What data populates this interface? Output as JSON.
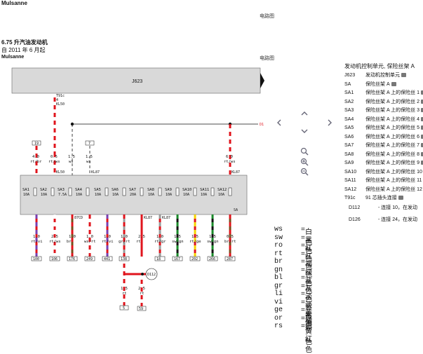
{
  "header": {
    "left_title": "Mulsanne",
    "center_label": "电路图",
    "center_label2": "电路图"
  },
  "document": {
    "engine": "6.75 升汽油发动机",
    "since": "自 2011 年 6 月起",
    "model": "Mulsanne"
  },
  "diagram": {
    "ecu_label": "J623",
    "fusebox_label": "SA",
    "t91c_label": "T91c",
    "t91c_pin": "4",
    "kl50": "KL50",
    "kl50_b": "KL50",
    "kl87_a": "KL87",
    "kl87_b": "KL87",
    "kl87_c": "KL87",
    "kl87_d": "KL87",
    "pin_87cd": "87CD",
    "d1_label": "D1",
    "d112_label": "D112",
    "top_wires": [
      {
        "box": "19",
        "size": "4.0",
        "color": "rt/br"
      },
      {
        "box": "",
        "size": "0.5",
        "color": "rt/ws"
      },
      {
        "box": "",
        "size": "1.5",
        "color": "ws"
      },
      {
        "box": "7",
        "size": "1.5",
        "color": "ws"
      },
      {
        "box": "",
        "size": "6.0",
        "color": "rt/ws"
      }
    ],
    "fuses": [
      {
        "name": "SA1",
        "amp": "10A"
      },
      {
        "name": "SA2",
        "amp": "10A"
      },
      {
        "name": "SA3",
        "amp": "7.5A"
      },
      {
        "name": "SA4",
        "amp": "10A"
      },
      {
        "name": "SA5",
        "amp": "10A"
      },
      {
        "name": "SA6",
        "amp": "10A"
      },
      {
        "name": "SA7",
        "amp": "20A"
      },
      {
        "name": "SA8",
        "amp": "10A"
      },
      {
        "name": "SA9",
        "amp": "10A"
      },
      {
        "name": "SA10",
        "amp": "10A"
      },
      {
        "name": "SA11",
        "amp": "10A"
      },
      {
        "name": "SA12",
        "amp": "10A"
      }
    ],
    "bottom_wires": [
      {
        "size": "1.0",
        "color": "rt/vi",
        "box": "100"
      },
      {
        "size": "2.5",
        "color": "rt/ws",
        "box": "106"
      },
      {
        "size": "1.0",
        "color": "br",
        "box": "176"
      },
      {
        "size": "1.0",
        "color": "ws/rt",
        "box": "249"
      },
      {
        "size": "1.0",
        "color": "rt/vi",
        "box": "441"
      },
      {
        "size": "1.0",
        "color": "gr/rt",
        "box": "138"
      },
      {
        "size": "2.5",
        "color": "rt",
        "box": ""
      },
      {
        "size": "1.0",
        "color": "rt/gr",
        "box": "18"
      },
      {
        "size": "1.5",
        "color": "sw/gn",
        "box": "167"
      },
      {
        "size": "1.5",
        "color": "rt/ge",
        "box": "202"
      },
      {
        "size": "1.5",
        "color": "sw/gn",
        "box": "266"
      },
      {
        "size": "0.5",
        "color": "br/rt",
        "box": "287"
      }
    ],
    "lower_wires": [
      {
        "size": "1.5",
        "color": "rt",
        "box": "5"
      },
      {
        "size": "2.5",
        "color": "rt",
        "box": "59"
      }
    ]
  },
  "legend": [
    {
      "code": "ws",
      "name": "白色"
    },
    {
      "code": "sw",
      "name": "黑色"
    },
    {
      "code": "ro",
      "name": "红色"
    },
    {
      "code": "rt",
      "name": "红色"
    },
    {
      "code": "br",
      "name": "褐色"
    },
    {
      "code": "gn",
      "name": "绿色"
    },
    {
      "code": "bl",
      "name": "蓝色"
    },
    {
      "code": "gr",
      "name": "灰色"
    },
    {
      "code": "li",
      "name": "淡紫色"
    },
    {
      "code": "vi",
      "name": "淡紫色"
    },
    {
      "code": "ge",
      "name": "黄色"
    },
    {
      "code": "or",
      "name": "橘黄色"
    },
    {
      "code": "rs",
      "name": "粉红色"
    }
  ],
  "components": {
    "title": "发动机控制单元, 保险丝架 A",
    "rows": [
      {
        "code": "J623",
        "desc": "发动机控制单元"
      },
      {
        "code": "SA",
        "desc": "保险丝架 A"
      },
      {
        "code": "SA1",
        "desc": "保险丝架 A 上的保险丝 1"
      },
      {
        "code": "SA2",
        "desc": "保险丝架 A 上的保险丝 2"
      },
      {
        "code": "SA3",
        "desc": "保险丝架 A 上的保险丝 3"
      },
      {
        "code": "SA4",
        "desc": "保险丝架 A 上的保险丝 4"
      },
      {
        "code": "SA5",
        "desc": "保险丝架 A 上的保险丝 5"
      },
      {
        "code": "SA6",
        "desc": "保险丝架 A 上的保险丝 6"
      },
      {
        "code": "SA7",
        "desc": "保险丝架 A 上的保险丝 7"
      },
      {
        "code": "SA8",
        "desc": "保险丝架 A 上的保险丝 8"
      },
      {
        "code": "SA9",
        "desc": "保险丝架 A 上的保险丝 9"
      },
      {
        "code": "SA10",
        "desc": "保险丝架 A 上的保险丝 10"
      },
      {
        "code": "SA11",
        "desc": "保险丝架 A 上的保险丝 11"
      },
      {
        "code": "SA12",
        "desc": "保险丝架 A 上的保险丝 12"
      },
      {
        "code": "T91c",
        "desc": "91 芯插头连接"
      }
    ],
    "d112_code": "D112",
    "d112_desc": "- 连接 10，在发动",
    "d126_code": "D126",
    "d126_desc": "- 连接 24，在发动"
  },
  "colors": {
    "wire_red": "#e0141c",
    "ecu_fill": "#d9d9d9",
    "fusebox_fill": "#d9d9d9"
  }
}
